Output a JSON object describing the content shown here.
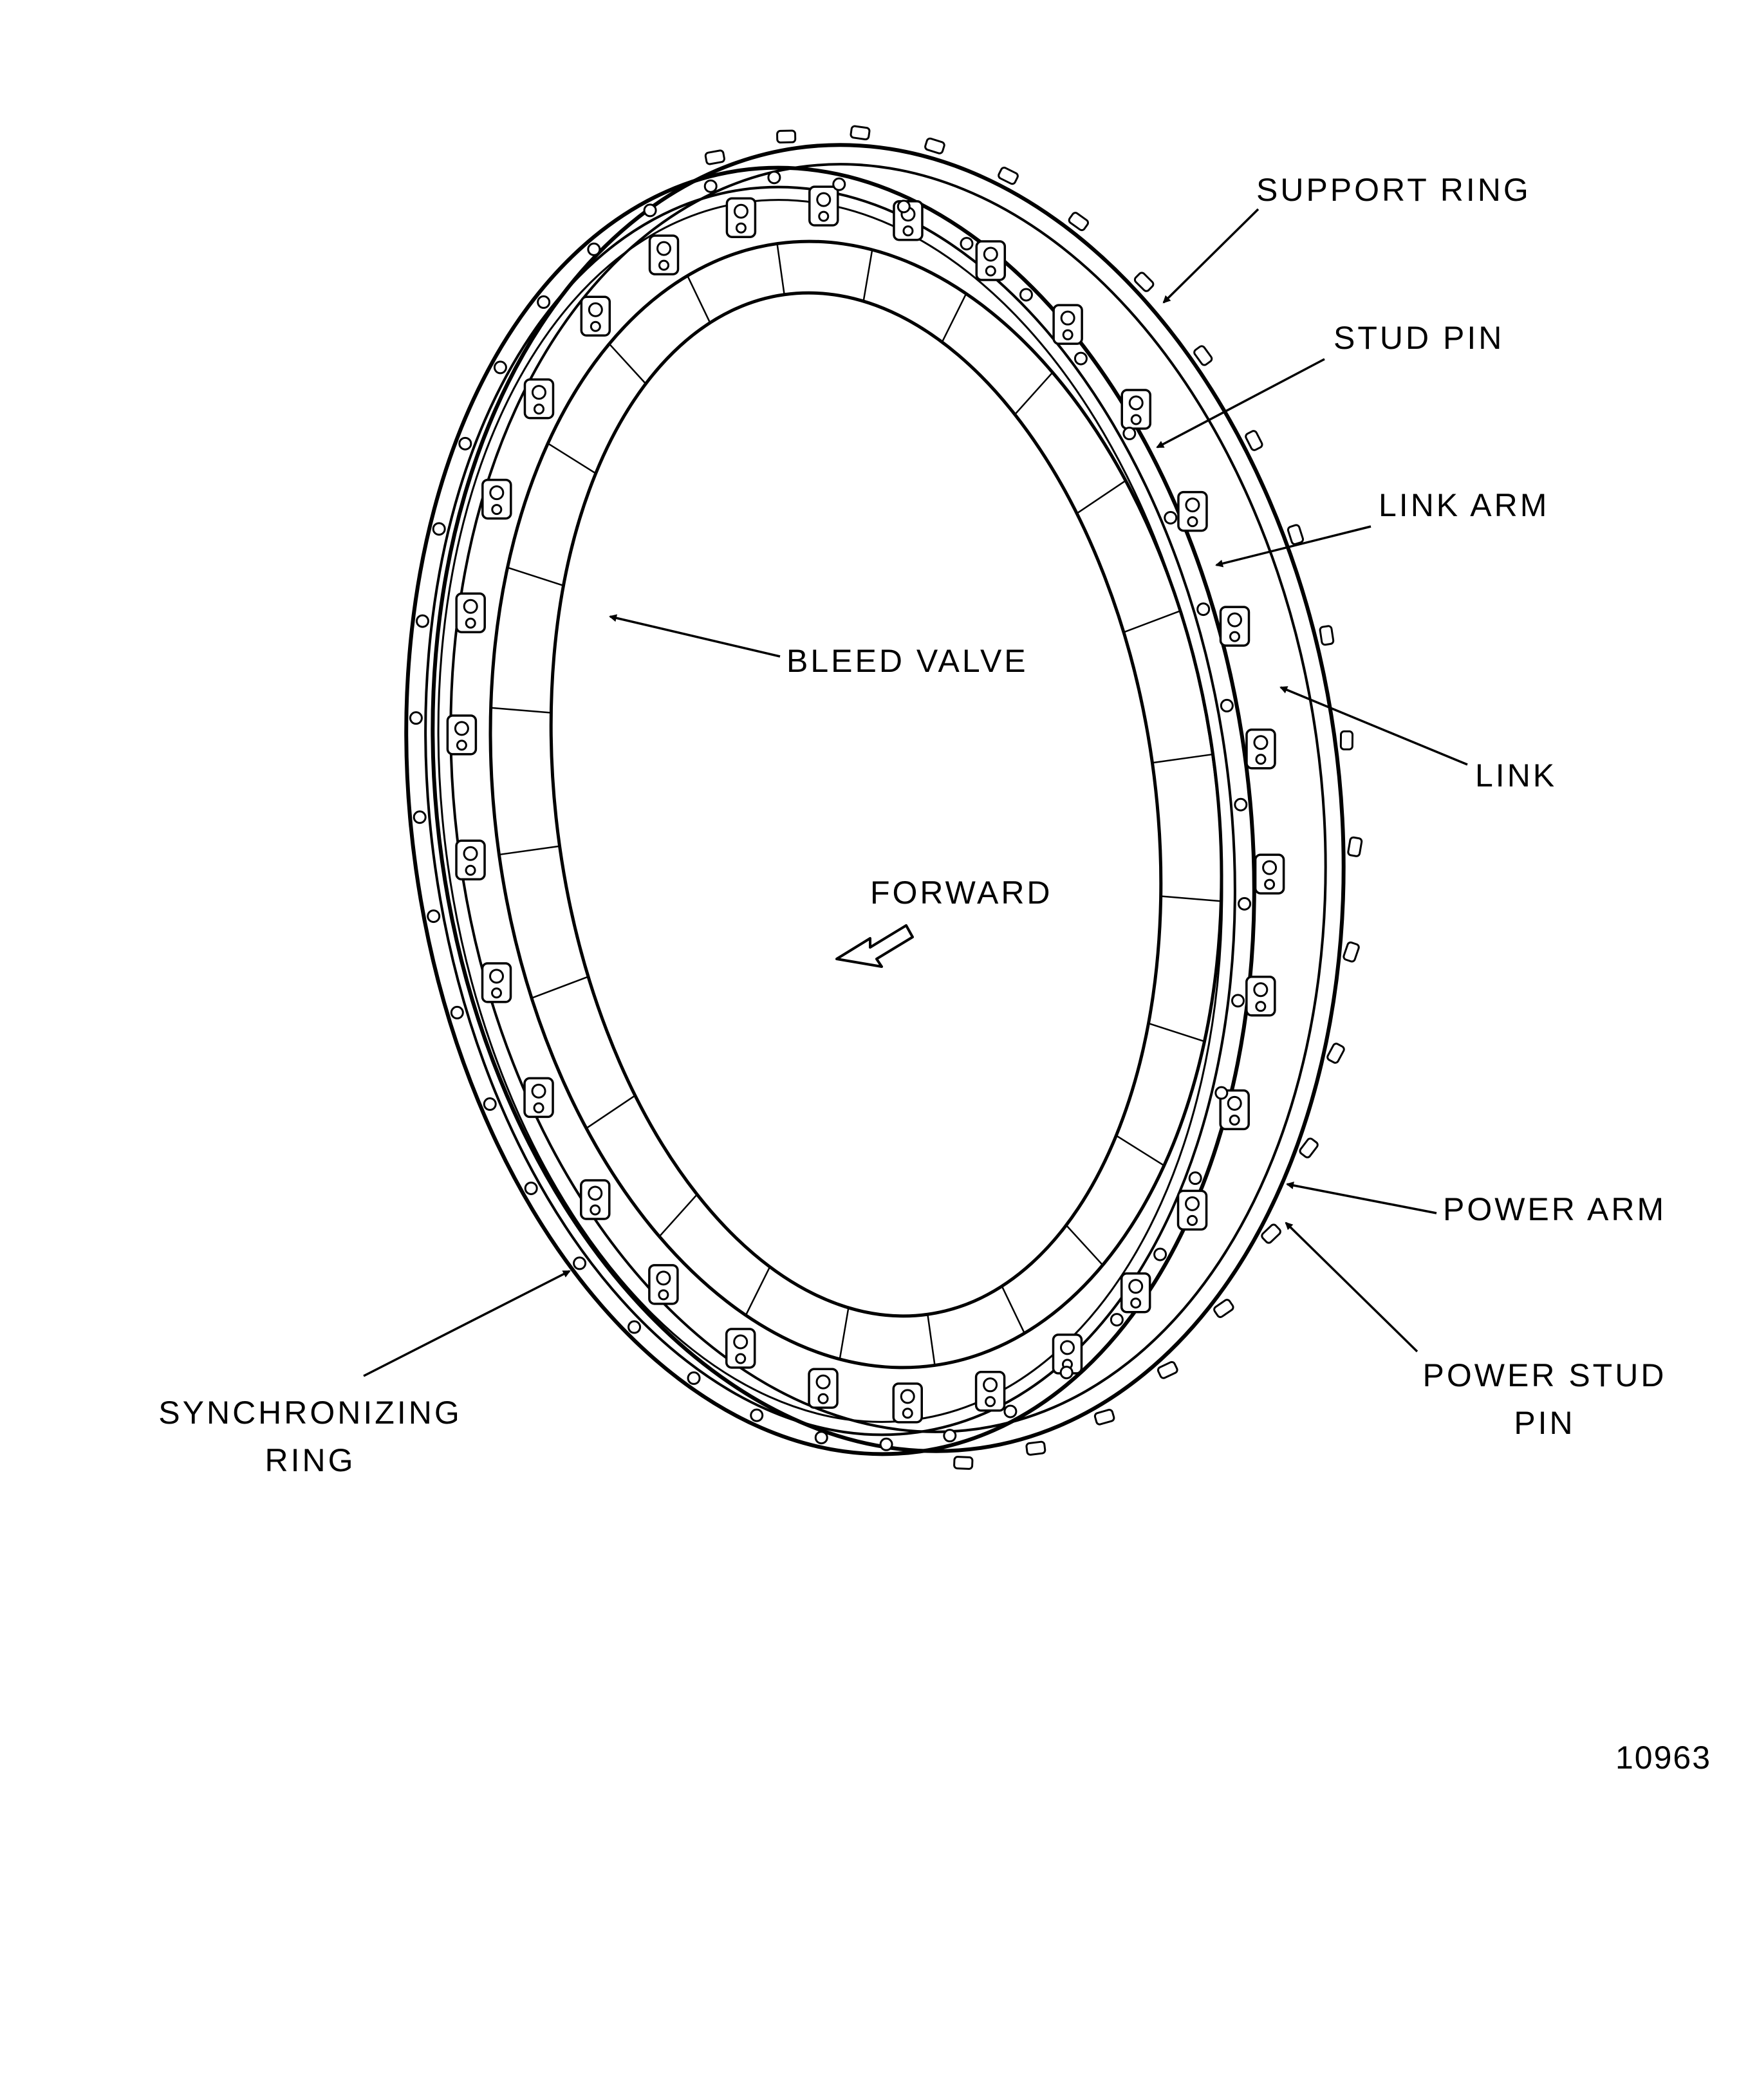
{
  "labels": {
    "support_ring": "SUPPORT RING",
    "stud_pin": "STUD PIN",
    "link_arm": "LINK ARM",
    "bleed_valve": "BLEED VALVE",
    "link": "LINK",
    "forward": "FORWARD",
    "power_arm": "POWER ARM",
    "power_stud_pin_line1": "POWER STUD",
    "power_stud_pin_line2": "PIN",
    "synchronizing_ring_line1": "SYNCHRONIZING",
    "synchronizing_ring_line2": "RING"
  },
  "figure_number": "10963",
  "colors": {
    "ink": "#000000",
    "paper": "#ffffff"
  }
}
